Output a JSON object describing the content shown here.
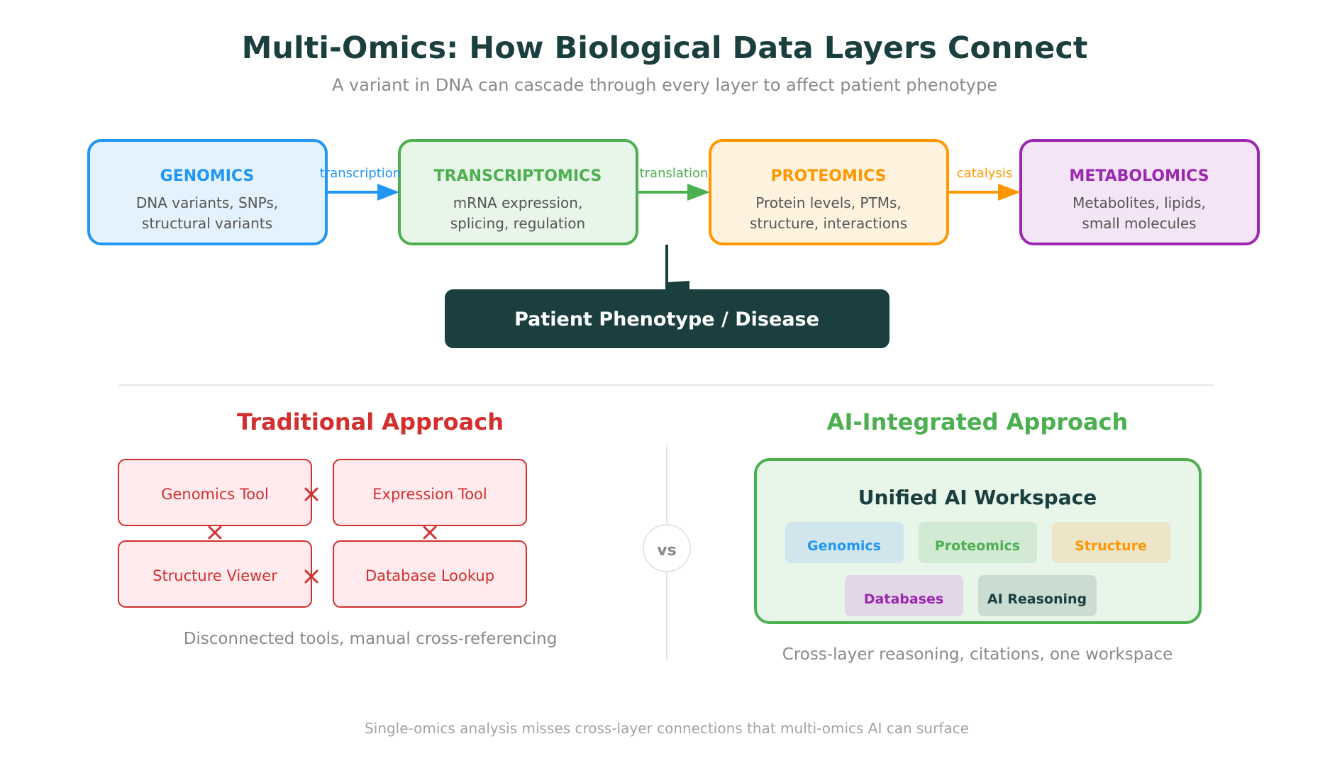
{
  "title": "Multi-Omics: How Biological Data Layers Connect",
  "subtitle": "A variant in DNA can cascade through every layer to affect patient phenotype",
  "colors": {
    "dark": "#1b3f3f",
    "blue": "#2196f3",
    "green": "#4caf50",
    "orange": "#ff9800",
    "purple": "#9c27b0",
    "red": "#d32f2f",
    "gray": "#8a8a8a"
  },
  "layers": [
    {
      "name": "GENOMICS",
      "line1": "DNA variants, SNPs,",
      "line2": "structural variants"
    },
    {
      "name": "TRANSCRIPTOMICS",
      "line1": "mRNA expression,",
      "line2": "splicing, regulation"
    },
    {
      "name": "PROTEOMICS",
      "line1": "Protein levels, PTMs,",
      "line2": "structure, interactions"
    },
    {
      "name": "METABOLOMICS",
      "line1": "Metabolites, lipids,",
      "line2": "small molecules"
    }
  ],
  "arrows": [
    "transcription",
    "translation",
    "catalysis"
  ],
  "phenotype": "Patient Phenotype / Disease",
  "traditional": {
    "heading": "Traditional Approach",
    "tools": [
      "Genomics Tool",
      "Expression Tool",
      "Structure Viewer",
      "Database Lookup"
    ],
    "caption": "Disconnected tools, manual cross-referencing"
  },
  "vs": "vs",
  "ai": {
    "heading": "AI-Integrated Approach",
    "workspace": "Unified AI Workspace",
    "chips": [
      "Genomics",
      "Proteomics",
      "Structure",
      "Databases",
      "AI Reasoning"
    ],
    "caption": "Cross-layer reasoning, citations, one workspace"
  },
  "footer": "Single-omics analysis misses cross-layer connections that multi-omics AI can surface"
}
